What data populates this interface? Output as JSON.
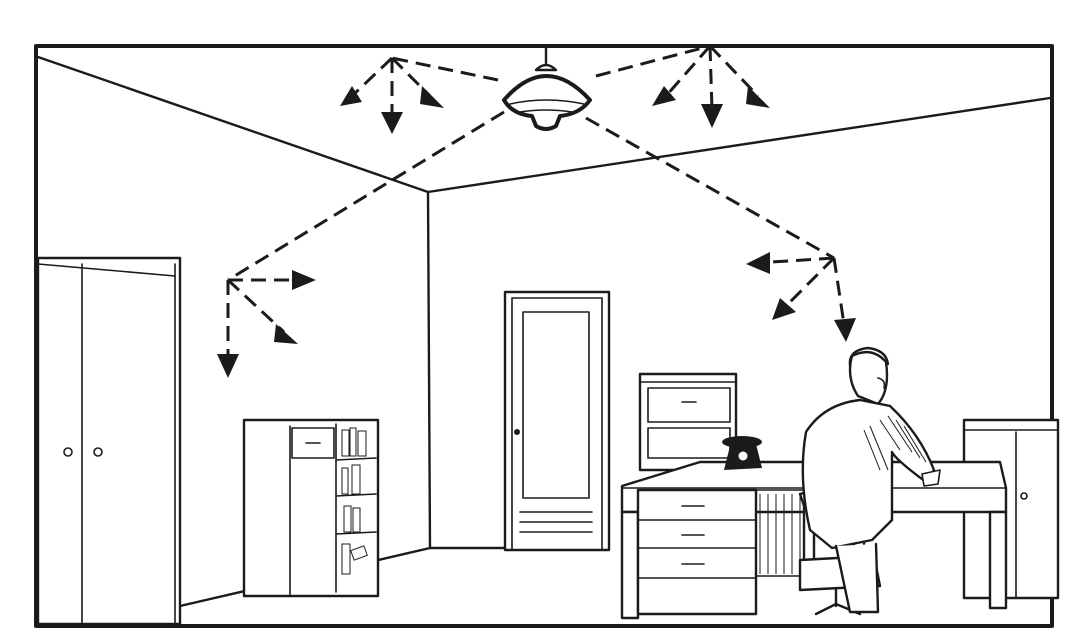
{
  "colors": {
    "ink": "#1b1b1b",
    "paper": "#ffffff"
  },
  "elements": [
    "ceiling-lamp",
    "light-rays",
    "wardrobe",
    "bookcase",
    "door",
    "filing-cabinet",
    "desk",
    "telephone",
    "office-chair",
    "seated-man",
    "side-cabinet"
  ]
}
